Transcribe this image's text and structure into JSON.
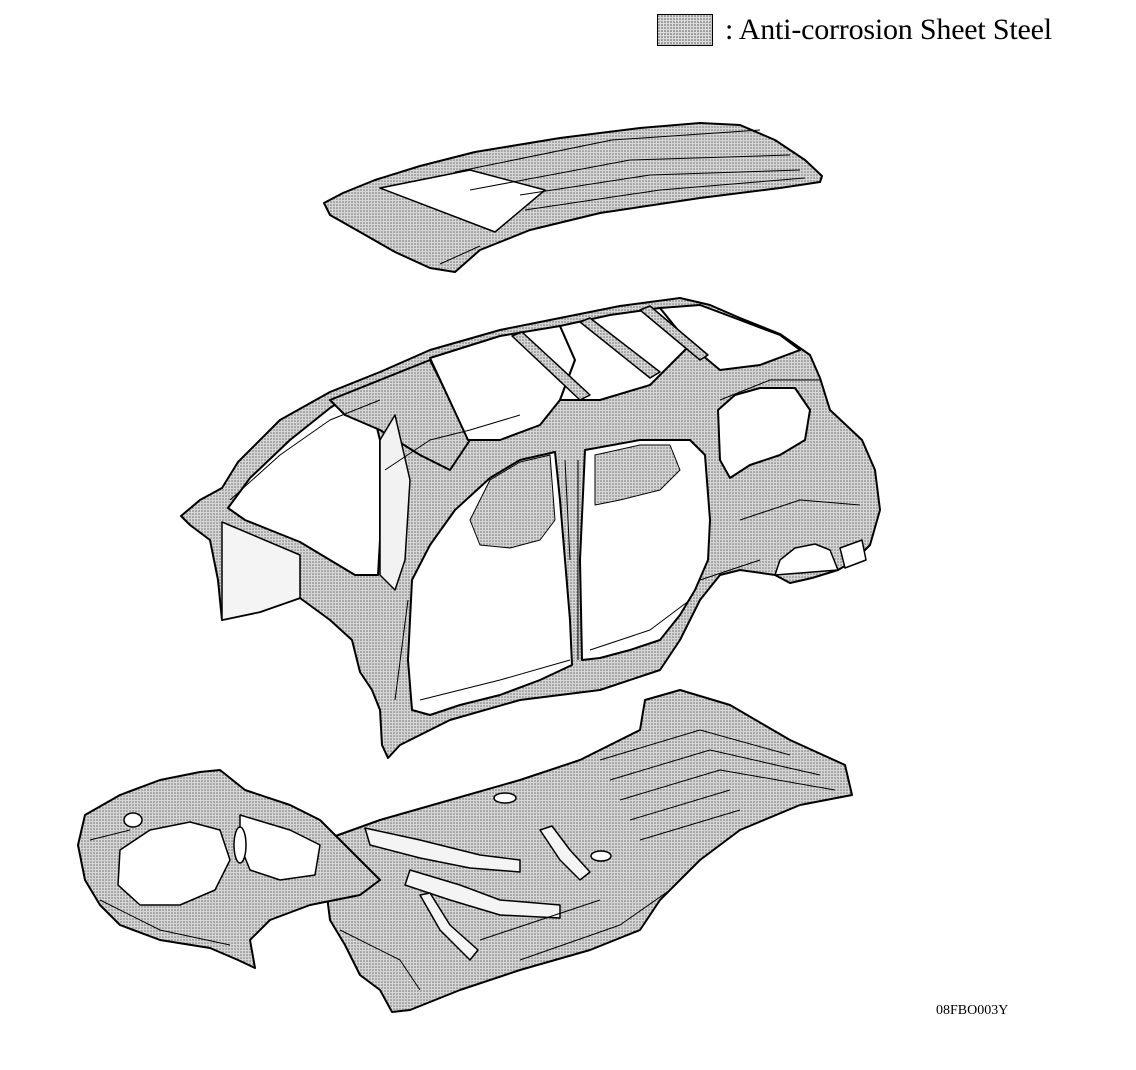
{
  "legend": {
    "swatch_icon": "crosshatch-swatch",
    "label": ": Anti-corrosion Sheet Steel",
    "fill_color": "#c8c8c8"
  },
  "figure_code": "08FBO003Y",
  "parts": [
    {
      "id": "roof-panel",
      "material": "Anti-corrosion Sheet Steel"
    },
    {
      "id": "body-side-frame",
      "material": "Anti-corrosion Sheet Steel"
    },
    {
      "id": "underbody-floor",
      "material": "Anti-corrosion Sheet Steel"
    }
  ],
  "colors": {
    "line": "#000000",
    "hatch_fill": "#c8c8c8",
    "background": "#ffffff"
  }
}
